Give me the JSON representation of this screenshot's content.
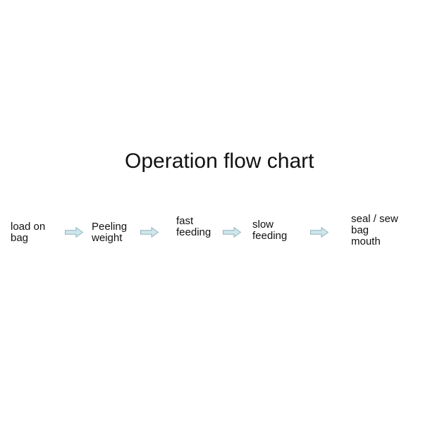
{
  "title": "Operation flow chart",
  "flow": {
    "steps": [
      {
        "label": "load on\nbag"
      },
      {
        "label": "Peeling\nweight"
      },
      {
        "label": "fast\nfeeding"
      },
      {
        "label": "slow\nfeeding"
      },
      {
        "label": "seal / sew\nbag\nmouth"
      }
    ],
    "arrow_icon": "block-right-arrow"
  },
  "colors": {
    "background": "#ffffff",
    "text": "#111111",
    "arrow_fill": "#cfe6eb",
    "arrow_stroke": "#8fb3bf"
  }
}
